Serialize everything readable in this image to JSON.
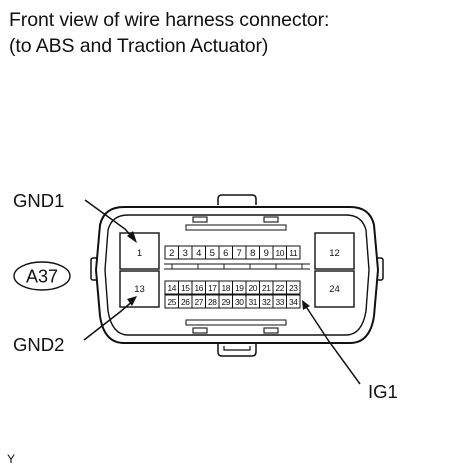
{
  "title": {
    "line1": "Front view of wire harness connector:",
    "line2": "(to ABS and Traction Actuator)"
  },
  "connector": {
    "code": "A37",
    "pins_large": [
      "1",
      "12",
      "13",
      "24"
    ],
    "pins_top_row": [
      "2",
      "3",
      "4",
      "5",
      "6",
      "7",
      "8",
      "9",
      "10",
      "11"
    ],
    "pins_mid_row": [
      "14",
      "15",
      "16",
      "17",
      "18",
      "19",
      "20",
      "21",
      "22",
      "23"
    ],
    "pins_bottom_row": [
      "25",
      "26",
      "27",
      "28",
      "29",
      "30",
      "31",
      "32",
      "33",
      "34"
    ]
  },
  "callouts": {
    "gnd1": "GND1",
    "gnd2": "GND2",
    "ig1": "IG1"
  },
  "figure_id": "Y",
  "colors": {
    "line": "#111111",
    "background": "#ffffff"
  }
}
